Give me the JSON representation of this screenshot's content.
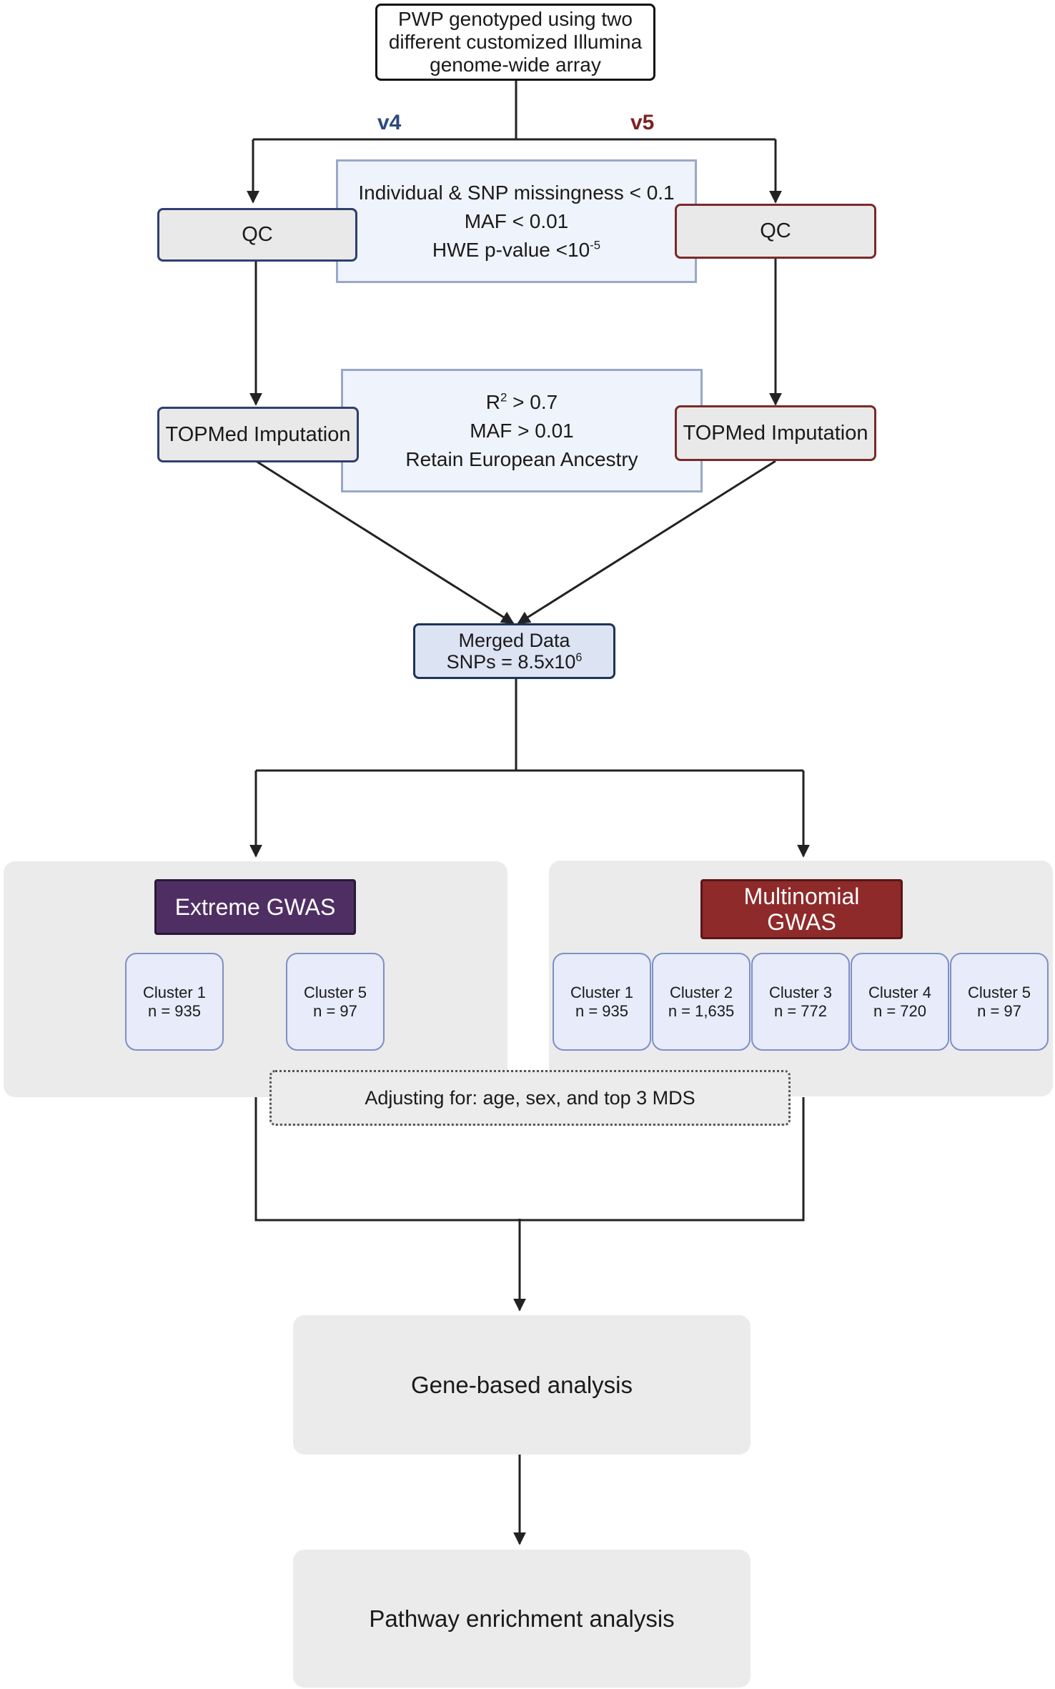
{
  "top": {
    "lines": [
      "PWP genotyped using two",
      "different customized Illumina",
      "genome-wide array"
    ]
  },
  "versions": {
    "v4": {
      "label": "v4",
      "color": "#2c4a7e"
    },
    "v5": {
      "label": "v5",
      "color": "#7b2323"
    }
  },
  "qc": {
    "left_label": "QC",
    "right_label": "QC"
  },
  "qc_criteria": {
    "line1": "Individual & SNP missingness < 0.1",
    "line2": "MAF < 0.01",
    "line3_prefix": "HWE p-value <10",
    "line3_exp": "-5"
  },
  "imputation": {
    "left_label": "TOPMed Imputation",
    "right_label": "TOPMed Imputation"
  },
  "imputation_criteria": {
    "line1_prefix": "R",
    "line1_exp": "2",
    "line1_suffix": " > 0.7",
    "line2": "MAF > 0.01",
    "line3": "Retain European Ancestry"
  },
  "merged": {
    "line1": "Merged Data",
    "line2_prefix": "SNPs = 8.5x10",
    "line2_exp": "6"
  },
  "extreme": {
    "title": "Extreme GWAS",
    "clusters": [
      {
        "name": "Cluster 1",
        "n": "n = 935"
      },
      {
        "name": "Cluster 5",
        "n": "n = 97"
      }
    ]
  },
  "multinomial": {
    "title_lines": [
      "Multinomial",
      "GWAS"
    ],
    "clusters": [
      {
        "name": "Cluster 1",
        "n": "n = 935"
      },
      {
        "name": "Cluster 2",
        "n": "n =  1,635"
      },
      {
        "name": "Cluster 3",
        "n": "n = 772"
      },
      {
        "name": "Cluster 4",
        "n": "n = 720"
      },
      {
        "name": "Cluster 5",
        "n": "n = 97"
      }
    ]
  },
  "adjusting": {
    "label": "Adjusting for: age, sex, and top 3 MDS"
  },
  "gene_based": {
    "label": "Gene-based analysis"
  },
  "pathway": {
    "label": "Pathway enrichment analysis"
  }
}
